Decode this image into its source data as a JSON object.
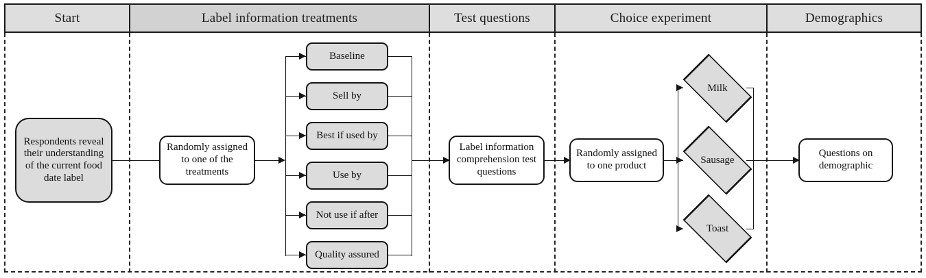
{
  "figure": {
    "type": "flowchart",
    "orientation": "left-to-right",
    "stages": [
      {
        "id": "start",
        "label": "Start"
      },
      {
        "id": "treatments",
        "label": "Label information treatments"
      },
      {
        "id": "test",
        "label": "Test questions"
      },
      {
        "id": "choice",
        "label": "Choice experiment"
      },
      {
        "id": "demographics",
        "label": "Demographics"
      }
    ]
  },
  "nodes": {
    "start": {
      "label": "Respondents reveal their understanding of the current food date label",
      "shape": "rounded-rectangle",
      "fill": "#dcdcdc"
    },
    "randomize_treatment": {
      "label": "Randomly assigned to one of the treatments",
      "shape": "rounded-rectangle",
      "fill": "#ffffff"
    },
    "test_questions": {
      "label": "Label information comprehension test questions",
      "shape": "rounded-rectangle",
      "fill": "#ffffff"
    },
    "randomize_product": {
      "label": "Randomly assigned to one product",
      "shape": "rounded-rectangle",
      "fill": "#ffffff"
    },
    "demographics": {
      "label": "Questions on demographic",
      "shape": "rounded-rectangle",
      "fill": "#ffffff"
    }
  },
  "treatments": [
    {
      "id": "baseline",
      "label": "Baseline"
    },
    {
      "id": "sell-by",
      "label": "Sell by"
    },
    {
      "id": "best-if-used-by",
      "label": "Best if used by"
    },
    {
      "id": "use-by",
      "label": "Use by"
    },
    {
      "id": "not-use-if-after",
      "label": "Not use if after"
    },
    {
      "id": "quality-assured",
      "label": "Quality assured"
    }
  ],
  "products": [
    {
      "id": "milk",
      "label": "Milk"
    },
    {
      "id": "sausage",
      "label": "Sausage"
    },
    {
      "id": "toast",
      "label": "Toast"
    }
  ],
  "colors": {
    "node_fill_gray": "#dcdcdc",
    "node_fill_white": "#ffffff",
    "header_fill": "#dedede",
    "header_fill_shaded": "#d2d2d2",
    "stroke": "#151515",
    "lane_divider": "#242424"
  }
}
